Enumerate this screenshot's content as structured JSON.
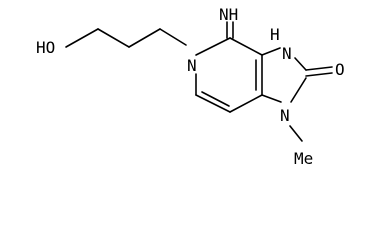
{
  "molecule": {
    "labels": {
      "hydroxyl": "HO",
      "imine": "NH",
      "ring_nitrogen_pyridine": "N",
      "ring_nitrogen_nh": "N",
      "ring_nh_hydrogen": "H",
      "ring_nitrogen_methyl": "N",
      "carbonyl_oxygen": "O",
      "methyl": "Me"
    },
    "colors": {
      "bond": "#000000",
      "atom_label": "#000000",
      "background": "#ffffff"
    }
  }
}
